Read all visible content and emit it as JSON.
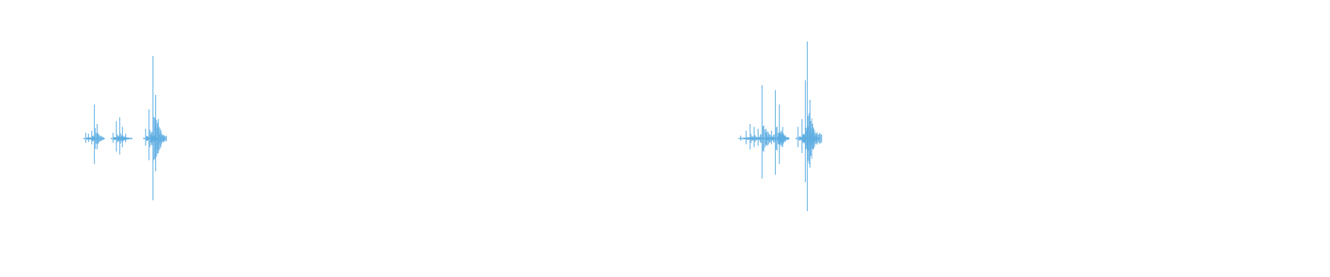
{
  "waveform": {
    "color": "#5dade2",
    "background": "#ffffff",
    "amplitude_range": [
      -1,
      1
    ],
    "duration_range": [
      0,
      1
    ],
    "bursts": [
      {
        "t": 0.0645,
        "amp": 0.06
      },
      {
        "t": 0.0665,
        "amp": 0.05
      },
      {
        "t": 0.069,
        "amp": 0.08
      },
      {
        "t": 0.071,
        "amp": 0.35
      },
      {
        "t": 0.073,
        "amp": 0.15
      },
      {
        "t": 0.085,
        "amp": 0.06
      },
      {
        "t": 0.0875,
        "amp": 0.18
      },
      {
        "t": 0.09,
        "amp": 0.22
      },
      {
        "t": 0.092,
        "amp": 0.12
      },
      {
        "t": 0.0945,
        "amp": 0.05
      },
      {
        "t": 0.1095,
        "amp": 0.1
      },
      {
        "t": 0.112,
        "amp": 0.3
      },
      {
        "t": 0.115,
        "amp": 0.85
      },
      {
        "t": 0.117,
        "amp": 0.45
      },
      {
        "t": 0.119,
        "amp": 0.2
      },
      {
        "t": 0.557,
        "amp": 0.03
      },
      {
        "t": 0.561,
        "amp": 0.08
      },
      {
        "t": 0.564,
        "amp": 0.15
      },
      {
        "t": 0.567,
        "amp": 0.12
      },
      {
        "t": 0.57,
        "amp": 0.1
      },
      {
        "t": 0.573,
        "amp": 0.55
      },
      {
        "t": 0.576,
        "amp": 0.1
      },
      {
        "t": 0.58,
        "amp": 0.08
      },
      {
        "t": 0.583,
        "amp": 0.5
      },
      {
        "t": 0.586,
        "amp": 0.35
      },
      {
        "t": 0.5885,
        "amp": 0.12
      },
      {
        "t": 0.6,
        "amp": 0.12
      },
      {
        "t": 0.603,
        "amp": 0.2
      },
      {
        "t": 0.6055,
        "amp": 0.6
      },
      {
        "t": 0.607,
        "amp": 1.0
      },
      {
        "t": 0.609,
        "amp": 0.4
      },
      {
        "t": 0.611,
        "amp": 0.15
      }
    ]
  }
}
